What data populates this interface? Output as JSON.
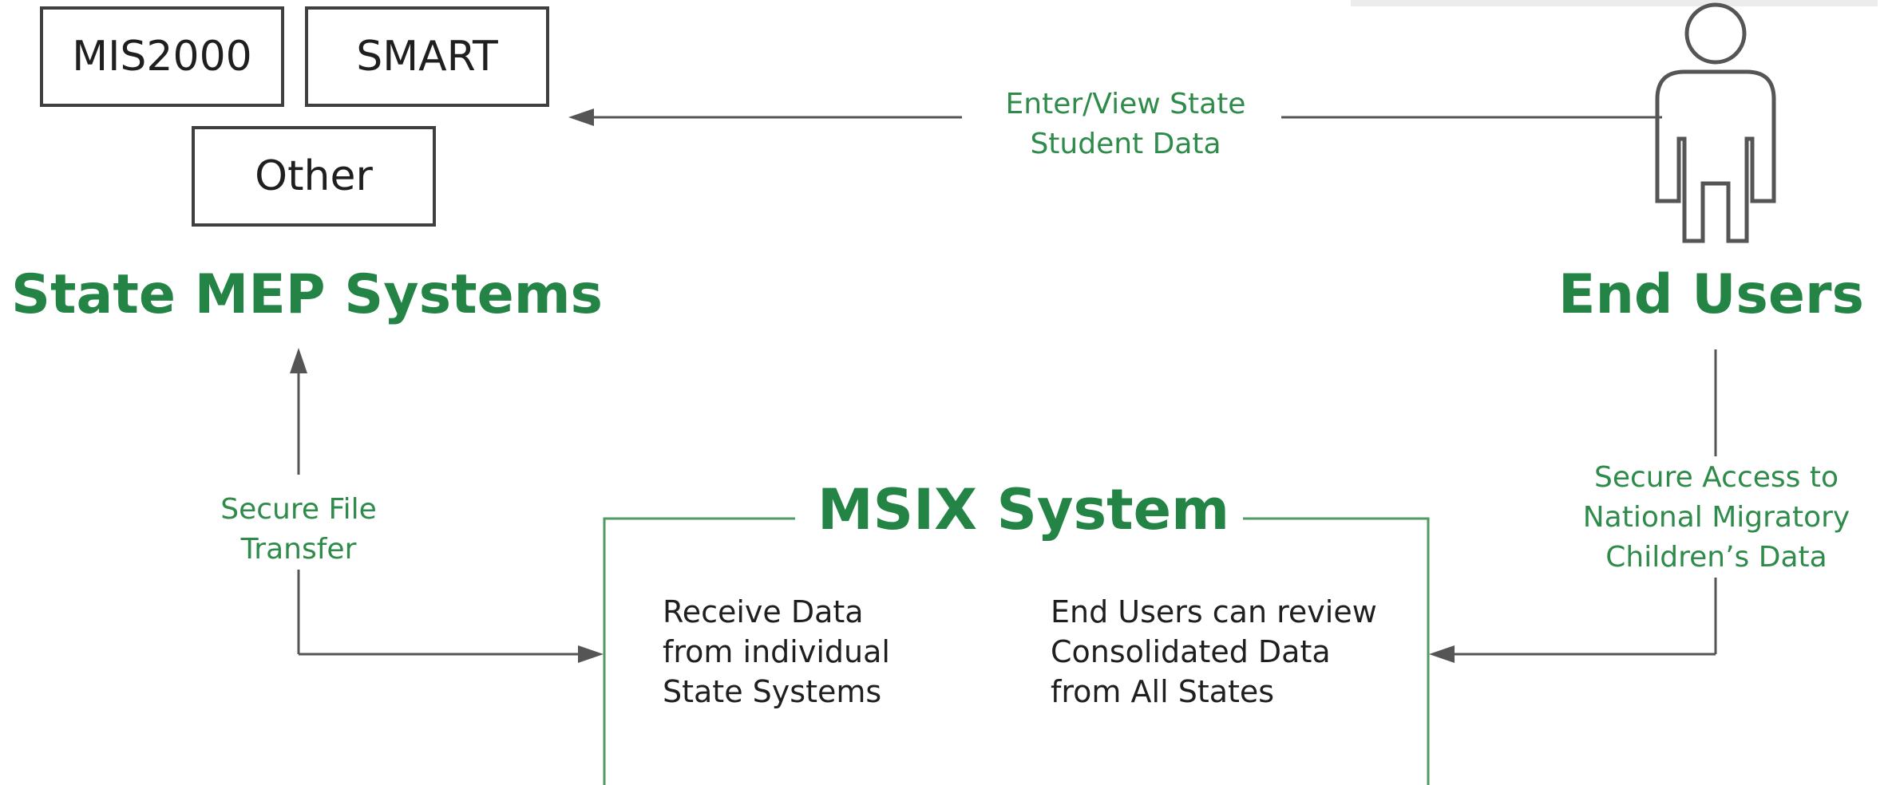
{
  "state_systems": {
    "boxes": [
      "MIS2000",
      "SMART",
      "Other"
    ],
    "title": "State MEP Systems"
  },
  "end_users": {
    "title": "End Users",
    "icon": "person-icon"
  },
  "msix": {
    "title": "MSIX System",
    "left_text": [
      "Receive Data",
      "from individual",
      "State Systems"
    ],
    "right_text": [
      "End Users can review",
      "Consolidated Data",
      "from All States"
    ]
  },
  "flows": {
    "enter_view": [
      "Enter/View State",
      "Student Data"
    ],
    "secure_file": [
      "Secure File",
      "Transfer"
    ],
    "secure_access": [
      "Secure Access to",
      "National Migratory",
      "Children’s Data"
    ]
  },
  "colors": {
    "green": "#238446",
    "line": "#555555",
    "box_border": "#3f3f3f"
  }
}
